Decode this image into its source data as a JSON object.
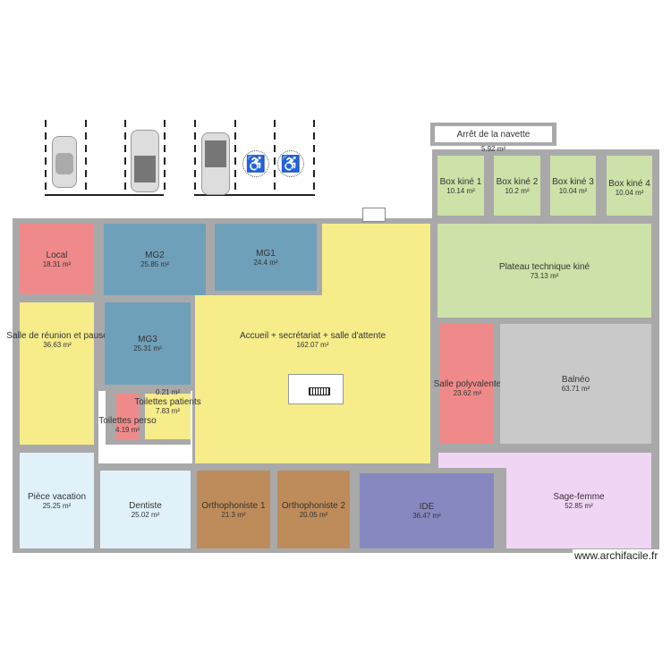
{
  "rooms": {
    "arret": {
      "name": "Arrêt de la navette",
      "area": "5.92 m²"
    },
    "box1": {
      "name": "Box kiné 1",
      "area": "10.14 m²"
    },
    "box2": {
      "name": "Box kiné 2",
      "area": "10.2 m²"
    },
    "box3": {
      "name": "Box kiné 3",
      "area": "10.04 m²"
    },
    "box4": {
      "name": "Box kiné 4",
      "area": "10.04 m²"
    },
    "local": {
      "name": "Local",
      "area": "18.31 m²"
    },
    "mg2": {
      "name": "MG2",
      "area": "25.85 m²"
    },
    "mg1": {
      "name": "MG1",
      "area": "24.4 m²"
    },
    "plateau": {
      "name": "Plateau technique kiné",
      "area": "73.13 m²"
    },
    "reunion": {
      "name": "Salle de réunion et pause",
      "area": "36.63 m²"
    },
    "mg3": {
      "name": "MG3",
      "area": "25.31 m²"
    },
    "accueil": {
      "name": "Accueil + secrétariat + salle d'attente",
      "area": "162.07 m²"
    },
    "polyvalente": {
      "name": "Salle polyvalente",
      "area": "23.62 m²"
    },
    "balneo": {
      "name": "Balnéo",
      "area": "63.71 m²"
    },
    "small": {
      "area": "0.21 m²"
    },
    "toil_patients": {
      "name": "Toilettes patients",
      "area": "7.83 m²"
    },
    "toil_perso": {
      "name": "Toilettes perso",
      "area": "4.19 m²"
    },
    "vacation": {
      "name": "Pièce vacation",
      "area": "25.25 m²"
    },
    "dentiste": {
      "name": "Dentiste",
      "area": "25.02 m²"
    },
    "ortho1": {
      "name": "Orthophoniste 1",
      "area": "21.3 m²"
    },
    "ortho2": {
      "name": "Orthophoniste 2",
      "area": "20.05 m²"
    },
    "ide": {
      "name": "IDE",
      "area": "36.47 m²"
    },
    "sagefemme": {
      "name": "Sage-femme",
      "area": "52.85 m²"
    }
  },
  "watermark": "www.archifacile.fr",
  "colors": {
    "wall": "#a9a9a9",
    "yellow": "#f6ec8a",
    "blue": "#6fa0b9",
    "pink": "#f08a8a",
    "green": "#cde2a8",
    "light_blue": "#e1f1fa",
    "brown": "#be8c5a",
    "violet": "#8888c0",
    "grey": "#c9c9c9",
    "lilac": "#f0d6f4"
  },
  "icons": [
    "car-icon",
    "wheelchair-icon",
    "reception-desk-icon",
    "door-icon"
  ]
}
